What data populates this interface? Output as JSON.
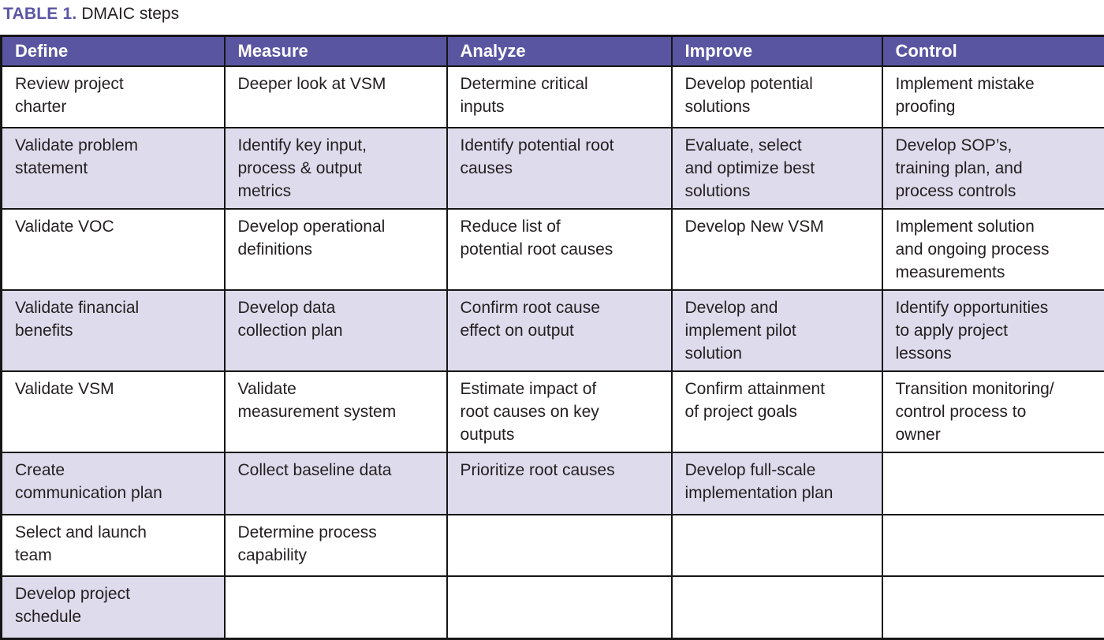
{
  "title": {
    "label": "TABLE 1.",
    "caption": "DMAIC steps"
  },
  "colors": {
    "header_bg": "#5a55a1",
    "band_bg": "#dedbec",
    "title_accent": "#5b55a6",
    "border": "#161616",
    "header_text": "#ffffff",
    "body_text": "#231f20"
  },
  "table": {
    "columns": [
      "Define",
      "Measure",
      "Analyze",
      "Improve",
      "Control"
    ],
    "rows": [
      {
        "shaded": false,
        "cells": [
          "Review project\ncharter",
          "Deeper look at VSM",
          "Determine critical\ninputs",
          "Develop potential\nsolutions",
          "Implement mistake\nproofing"
        ]
      },
      {
        "shaded": true,
        "cells": [
          "Validate problem\nstatement",
          "Identify key input,\nprocess & output\nmetrics",
          "Identify potential root\ncauses",
          "Evaluate, select\nand optimize best\nsolutions",
          "Develop SOP’s,\ntraining plan, and\nprocess controls"
        ]
      },
      {
        "shaded": false,
        "cells": [
          "Validate VOC",
          "Develop operational\ndefinitions",
          "Reduce list of\npotential root causes",
          "Develop New VSM",
          "Implement solution\nand ongoing process\nmeasurements"
        ]
      },
      {
        "shaded": true,
        "cells": [
          "Validate financial\nbenefits",
          "Develop data\ncollection plan",
          "Confirm root cause\neffect on output",
          "Develop and\nimplement pilot\nsolution",
          "Identify opportunities\nto apply project\nlessons"
        ]
      },
      {
        "shaded": false,
        "cells": [
          "Validate VSM",
          "Validate\nmeasurement system",
          "Estimate impact of\nroot causes on key\noutputs",
          "Confirm attainment\nof project goals",
          "Transition monitoring/\ncontrol process to\nowner"
        ]
      },
      {
        "shaded": true,
        "cells": [
          "Create\ncommunication plan",
          "Collect baseline data",
          "Prioritize root causes",
          "Develop full-scale\nimplementation plan",
          ""
        ]
      },
      {
        "shaded": false,
        "cells": [
          "Select and launch\nteam",
          "Determine process\ncapability",
          "",
          "",
          ""
        ]
      },
      {
        "shaded": true,
        "cells": [
          "Develop project\nschedule",
          "",
          "",
          "",
          ""
        ]
      }
    ]
  }
}
